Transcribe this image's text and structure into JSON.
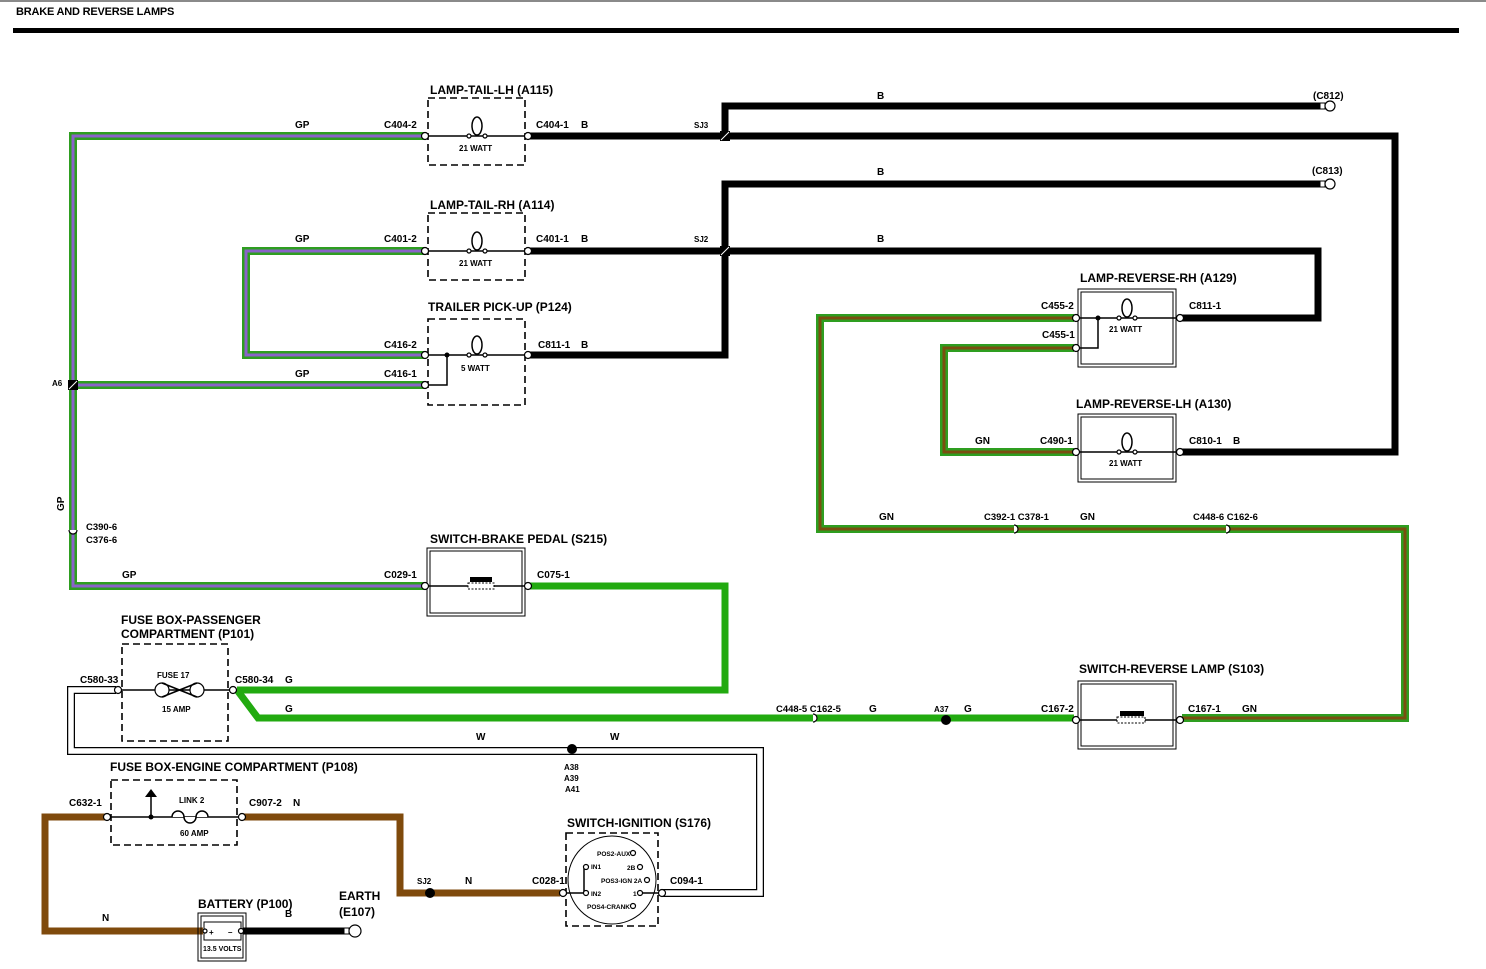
{
  "title": "BRAKE AND REVERSE LAMPS",
  "colors": {
    "gp_outer": "#2e9e20",
    "gp_inner": "#8a63c9",
    "green": "#22aa10",
    "gn_outer": "#2e9e20",
    "gn_inner": "#7a4f10",
    "brown": "#7f4a0c",
    "black": "#000000",
    "white_wire": "#ffffff"
  },
  "components": {
    "lamp_tail_lh": {
      "name": "LAMP-TAIL-LH (A115)",
      "rating": "21 WATT",
      "pin_in": "C404-2",
      "pin_out": "C404-1"
    },
    "lamp_tail_rh": {
      "name": "LAMP-TAIL-RH (A114)",
      "rating": "21 WATT",
      "pin_in": "C401-2",
      "pin_out": "C401-1"
    },
    "trailer_pickup": {
      "name": "TRAILER PICK-UP (P124)",
      "rating": "5 WATT",
      "pin_in_a": "C416-2",
      "pin_in_b": "C416-1",
      "pin_out": "C811-1"
    },
    "lamp_reverse_rh": {
      "name": "LAMP-REVERSE-RH (A129)",
      "rating": "21 WATT",
      "pin_in_a": "C455-2",
      "pin_in_b": "C455-1",
      "pin_out": "C811-1"
    },
    "lamp_reverse_lh": {
      "name": "LAMP-REVERSE-LH (A130)",
      "rating": "21 WATT",
      "pin_in": "C490-1",
      "pin_out": "C810-1"
    },
    "switch_brake_pedal": {
      "name": "SWITCH-BRAKE PEDAL (S215)",
      "pin_in": "C029-1",
      "pin_out": "C075-1"
    },
    "fuse_box_passenger": {
      "name_line1": "FUSE BOX-PASSENGER",
      "name_line2": "COMPARTMENT (P101)",
      "fuse": "FUSE 17",
      "rating": "15 AMP",
      "pin_in": "C580-33",
      "pin_out": "C580-34"
    },
    "switch_reverse_lamp": {
      "name": "SWITCH-REVERSE LAMP (S103)",
      "pin_in": "C167-2",
      "pin_out": "C167-1"
    },
    "fuse_box_engine": {
      "name": "FUSE BOX-ENGINE COMPARTMENT (P108)",
      "fuse": "LINK 2",
      "rating": "60 AMP",
      "pin_in": "C632-1",
      "pin_out": "C907-2"
    },
    "switch_ignition": {
      "name": "SWITCH-IGNITION (S176)",
      "pin_in": "C028-1",
      "pin_out": "C094-1",
      "positions": [
        "POS2-AUX",
        "IN1",
        "2B",
        "POS3-IGN 2A",
        "IN2",
        "1",
        "POS4-CRANK"
      ]
    },
    "battery": {
      "name": "BATTERY (P100)",
      "rating": "13.5 VOLTS",
      "plus": "+",
      "minus": "–"
    },
    "earth": {
      "name_line1": "EARTH",
      "name_line2": "(E107)"
    },
    "ground_c812": {
      "name": "(C812)"
    },
    "ground_c813": {
      "name": "(C813)"
    }
  },
  "wire_labels": {
    "gp": "GP",
    "b": "B",
    "g": "G",
    "gn": "GN",
    "n": "N",
    "w": "W"
  },
  "splices": {
    "sj3": "SJ3",
    "sj2_top": "SJ2",
    "sj2_bottom": "SJ2",
    "a6": "A6",
    "a37": "A37",
    "a38": "A38",
    "a39": "A39",
    "a41": "A41"
  },
  "inline_connectors": {
    "c390_c376": [
      "C390-6",
      "C376-6"
    ],
    "c392_c378": "C392-1 C378-1",
    "c448_c162_6": "C448-6 C162-6",
    "c448_c162_5": "C448-5 C162-5"
  }
}
